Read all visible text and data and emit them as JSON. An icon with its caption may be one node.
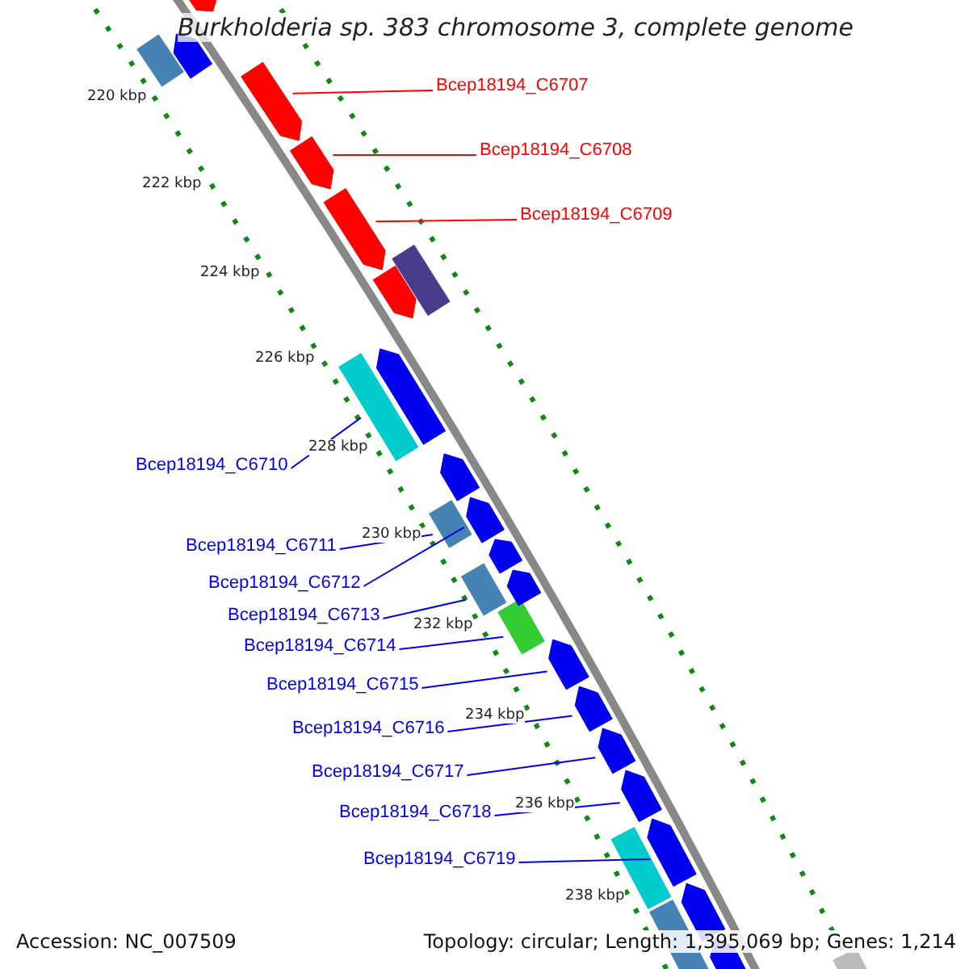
{
  "diagram": {
    "title": "Burkholderia sp. 383 chromosome 3, complete genome",
    "nodes": [
      {
        "text": [
          "Bcep18194_C6707"
        ]
      },
      {
        "text": [
          "Bcep18194_C6708"
        ]
      },
      {
        "text": [
          "Bcep18194_C6709"
        ]
      },
      {
        "text": [
          "Bcep18194_C6710"
        ]
      },
      {
        "text": [
          "Bcep18194_C6711"
        ]
      },
      {
        "text": [
          "Bcep18194_C6712"
        ]
      },
      {
        "text": [
          "Bcep18194_C6713"
        ]
      },
      {
        "text": [
          "Bcep18194_C6714"
        ]
      },
      {
        "text": [
          "Bcep18194_C6715"
        ]
      },
      {
        "text": [
          "Bcep18194_C6716"
        ]
      },
      {
        "text": [
          "Bcep18194_C6717"
        ]
      },
      {
        "text": [
          "Bcep18194_C6718"
        ]
      },
      {
        "text": [
          "Bcep18194_C6719"
        ]
      },
      {
        "text": [],
        "shape": "bar"
      },
      {
        "text": [],
        "shape": "bar"
      },
      {
        "text": [],
        "shape": "bar"
      },
      {
        "text": [],
        "shape": "bar"
      },
      {
        "text": [],
        "shape": "bar"
      },
      {
        "text": [],
        "shape": "bar"
      },
      {
        "text": [],
        "shape": "bar"
      },
      {
        "text": [],
        "shape": "bar"
      },
      {
        "text": [],
        "shape": "bar"
      },
      {
        "text": [],
        "shape": "bar"
      },
      {
        "text": [],
        "shape": "bar"
      },
      {
        "text": [],
        "shape": "bar"
      },
      {
        "text": [],
        "shape": "bar"
      },
      {
        "text": [],
        "shape": "bar"
      },
      {
        "text": [],
        "shape": "bar"
      },
      {
        "text": [],
        "shape": "bar"
      },
      {
        "text": [],
        "shape": "bar"
      },
      {
        "text": [],
        "shape": "bar"
      },
      {
        "text": [],
        "shape": "bar"
      },
      {
        "text": [],
        "shape": "bar"
      },
      {
        "text": [],
        "shape": "bar"
      },
      {
        "text": [],
        "shape": "bar"
      },
      {
        "text": [],
        "shape": "bar"
      },
      {
        "text": [],
        "shape": "bar"
      },
      {
        "text": [],
        "shape": "bar"
      },
      {
        "text": [],
        "shape": "bar"
      },
      {
        "text": [],
        "shape": "bar"
      }
    ],
    "edges": [
      {
        "from": 0,
        "to": 13,
        "arrow": "none",
        "color": "#ff0000"
      },
      {
        "from": 1,
        "to": 14,
        "arrow": "none",
        "color": "#ff0000"
      },
      {
        "from": 2,
        "to": 15,
        "arrow": "none",
        "color": "#ff0000"
      },
      {
        "from": 3,
        "to": 16,
        "arrow": "none"
      },
      {
        "from": 4,
        "to": 17,
        "arrow": "none"
      },
      {
        "from": 5,
        "to": 18,
        "arrow": "none"
      },
      {
        "from": 6,
        "to": 19,
        "arrow": "none"
      },
      {
        "from": 7,
        "to": 20,
        "arrow": "none"
      },
      {
        "from": 8,
        "to": 21,
        "arrow": "none"
      },
      {
        "from": 9,
        "to": 22,
        "arrow": "none"
      },
      {
        "from": 10,
        "to": 23,
        "arrow": "none"
      },
      {
        "from": 11,
        "to": 24,
        "arrow": "none"
      },
      {
        "from": 12,
        "to": 25,
        "arrow": "none"
      }
    ],
    "labels": [
      "220 kbp",
      "222 kbp",
      "224 kbp",
      "226 kbp",
      "228 kbp",
      "230 kbp",
      "232 kbp",
      "234 kbp",
      "236 kbp",
      "238 kbp",
      "Accession: NC_007509",
      "Topology: circular; Length: 1,395,069 bp; Genes: 1,214"
    ]
  }
}
